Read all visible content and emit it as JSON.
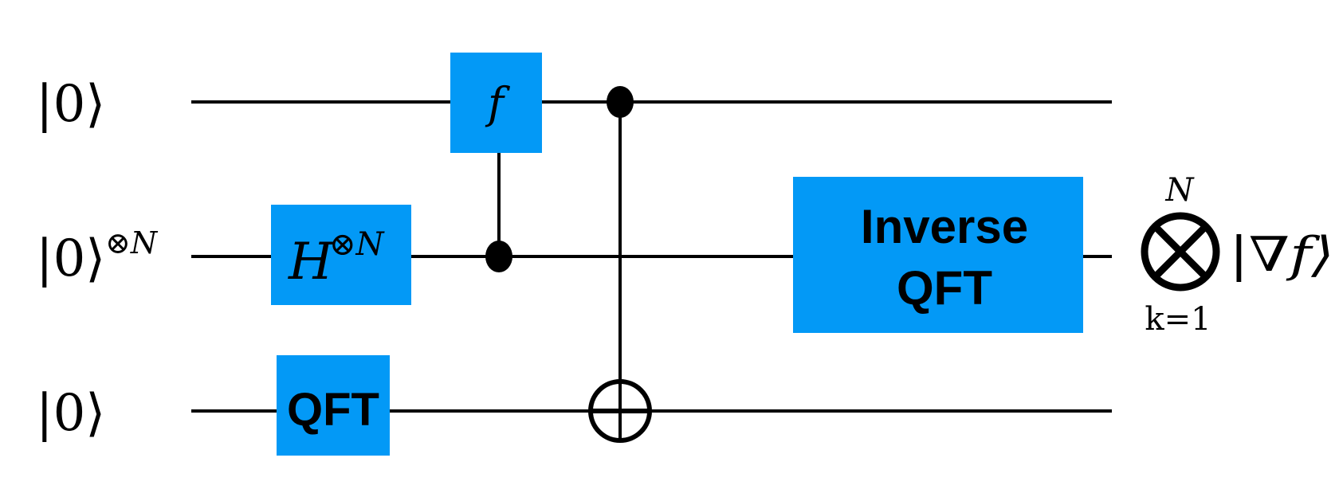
{
  "colors": {
    "gate_fill": "#0399f6",
    "wire": "#000000",
    "text": "#000000",
    "background": "#ffffff"
  },
  "inputs": {
    "top": "|0⟩",
    "middle": "|0⟩",
    "middle_power": "⊗N",
    "bottom": "|0⟩"
  },
  "gates": {
    "f": "f",
    "hadamard": "H",
    "hadamard_power": "⊗N",
    "qft": "QFT",
    "inverse_qft_line1": "Inverse",
    "inverse_qft_line2": "QFT"
  },
  "output": {
    "tensor_upper": "N",
    "tensor_lower": "k=1",
    "state": "|∇f⟩"
  },
  "icons": {
    "control_dot": "filled-circle",
    "target": "circle-plus",
    "tensor_product": "circle-times"
  }
}
